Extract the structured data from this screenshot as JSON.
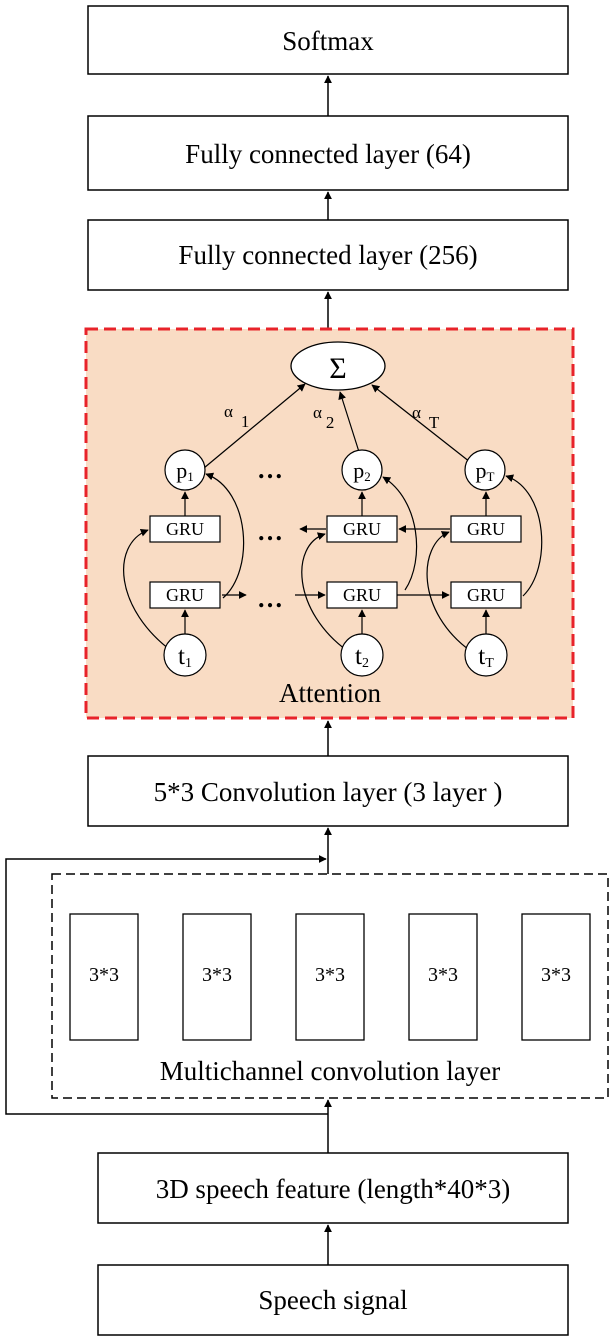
{
  "boxes": {
    "softmax": "Softmax",
    "fc64": "Fully connected layer (64)",
    "fc256": "Fully connected layer (256)",
    "conv53": "5*3 Convolution layer (3 layer )",
    "feature3d": "3D speech feature (length*40*3)",
    "speech": "Speech signal"
  },
  "attention": {
    "label": "Attention",
    "sum_symbol": "Σ",
    "alphas": [
      "α",
      "α",
      "α"
    ],
    "alpha_subs": [
      "1",
      "2",
      "T"
    ],
    "p_nodes": [
      {
        "base": "p",
        "sub": "1"
      },
      {
        "base": "p",
        "sub": "2"
      },
      {
        "base": "p",
        "sub": "T"
      }
    ],
    "t_nodes": [
      {
        "base": "t",
        "sub": "1"
      },
      {
        "base": "t",
        "sub": "2"
      },
      {
        "base": "t",
        "sub": "T"
      }
    ],
    "gru_label": "GRU",
    "ellipsis": "…",
    "colors": {
      "fill": "#f9dcc4",
      "border": "#e8232a"
    }
  },
  "multichannel": {
    "label": "Multichannel convolution layer",
    "kernels": [
      "3*3",
      "3*3",
      "3*3",
      "3*3",
      "3*3"
    ]
  }
}
